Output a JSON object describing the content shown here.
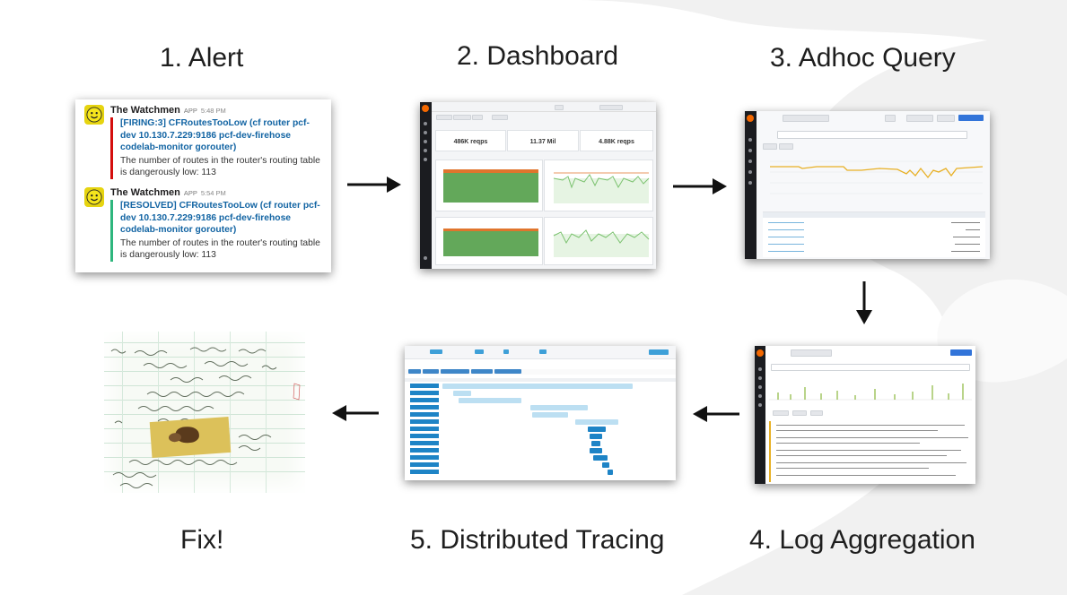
{
  "steps": {
    "alert": "1. Alert",
    "dashboard": "2. Dashboard",
    "adhoc": "3. Adhoc Query",
    "logs": "4. Log Aggregation",
    "tracing": "5. Distributed Tracing",
    "fix": "Fix!"
  },
  "slack": {
    "messages": [
      {
        "sender": "The Watchmen",
        "app_tag": "APP",
        "time": "5:48 PM",
        "link": "[FIRING:3] CFRoutesTooLow (cf router pcf-dev 10.130.7.229:9186 pcf-dev-firehose codelab-monitor gorouter)",
        "body": "The number of routes in the router's routing table is dangerously low: 113",
        "status": "firing",
        "bar_color": "#d40e0d"
      },
      {
        "sender": "The Watchmen",
        "app_tag": "APP",
        "time": "5:54 PM",
        "link": "[RESOLVED] CFRoutesTooLow (cf router pcf-dev 10.130.7.229:9186 pcf-dev-firehose codelab-monitor gorouter)",
        "body": "The number of routes in the router's routing table is dangerously low: 113",
        "status": "resolved",
        "bar_color": "#2eb67d"
      }
    ]
  },
  "dashboard": {
    "stats": [
      {
        "value": "486K reqps"
      },
      {
        "value": "11.37 Mil"
      },
      {
        "value": "4.88K reqps"
      }
    ]
  },
  "colors": {
    "grafana_sidebar": "#1b1c20",
    "grafana_orange": "#f46800",
    "series_green": "#63a85a",
    "series_orange": "#e0752d",
    "trace_blue": "#1e84c6",
    "query_yellow": "#e8b025",
    "arrow": "#111111"
  },
  "icons": {
    "avatar": "smiley-face-icon",
    "arrows": [
      "arrow-right-icon",
      "arrow-right-icon",
      "arrow-down-icon",
      "arrow-left-icon",
      "arrow-left-icon"
    ]
  }
}
